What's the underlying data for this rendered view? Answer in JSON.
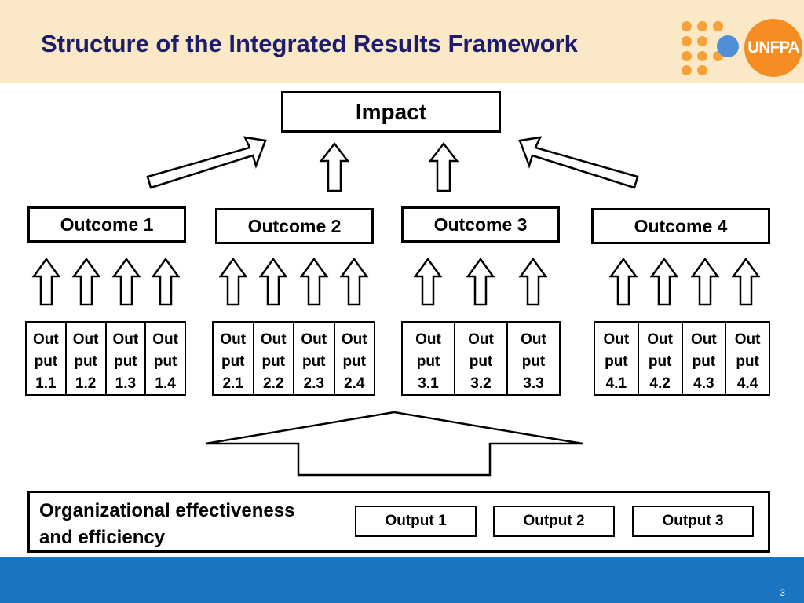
{
  "header": {
    "title": "Structure of the Integrated Results Framework",
    "logo_text": "UNFPA"
  },
  "impact": {
    "label": "Impact"
  },
  "outcomes": [
    {
      "label": "Outcome 1",
      "outputs": [
        "Out\nput\n1.1",
        "Out\nput\n1.2",
        "Out\nput\n1.3",
        "Out\nput\n1.4"
      ]
    },
    {
      "label": "Outcome 2",
      "outputs": [
        "Out\nput\n2.1",
        "Out\nput\n2.2",
        "Out\nput\n2.3",
        "Out\nput\n2.4"
      ]
    },
    {
      "label": "Outcome 3",
      "outputs": [
        "Out\nput\n3.1",
        "Out\nput\n3.2",
        "Out\nput\n3.3"
      ]
    },
    {
      "label": "Outcome 4",
      "outputs": [
        "Out\nput\n4.1",
        "Out\nput\n4.2",
        "Out\nput\n4.3",
        "Out\nput\n4.4"
      ]
    }
  ],
  "org_effectiveness": {
    "label": "Organizational effectiveness\nand efficiency",
    "outputs": [
      "Output 1",
      "Output 2",
      "Output 3"
    ]
  },
  "footer": {
    "page_number": "3"
  },
  "colors": {
    "header_bg": "#fbe8c6",
    "title": "#1d1d6b",
    "footer_bg": "#1a75c1",
    "logo_orange": "#f58d22"
  }
}
